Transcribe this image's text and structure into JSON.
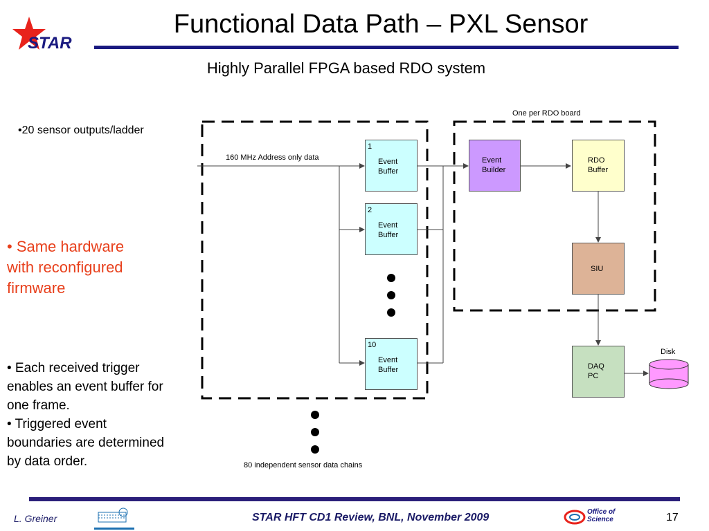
{
  "header": {
    "title": "Functional Data Path – PXL Sensor",
    "subtitle": "Highly Parallel FPGA based RDO system",
    "logo_text": "STAR"
  },
  "left_text": {
    "sensor_outputs": "•20 sensor outputs/ladder",
    "same_hw_line1": "• Same hardware",
    "same_hw_line2": "with reconfigured",
    "same_hw_line3": "firmware",
    "trigger_line1": "• Each received trigger",
    "trigger_line2": "enables an event buffer for",
    "trigger_line3": "one frame.",
    "boundary_line1": "• Triggered event",
    "boundary_line2": "boundaries are determined",
    "boundary_line3": "by data order."
  },
  "diagram": {
    "input_label": "160 MHz Address only data",
    "rdo_board_label": "One per RDO board",
    "chains_label": "80 independent sensor data chains",
    "buffers": [
      {
        "num": "1",
        "line1": "Event",
        "line2": "Buffer"
      },
      {
        "num": "2",
        "line1": "Event",
        "line2": "Buffer"
      },
      {
        "num": "10",
        "line1": "Event",
        "line2": "Buffer"
      }
    ],
    "event_builder": {
      "line1": "Event",
      "line2": "Builder"
    },
    "rdo_buffer": {
      "line1": "RDO",
      "line2": "Buffer"
    },
    "siu": "SIU",
    "daq_pc": {
      "line1": "DAQ",
      "line2": "PC"
    },
    "disk": "Disk",
    "colors": {
      "buffer": "#ccffff",
      "event_builder": "#cc99ff",
      "rdo_buffer": "#ffffcc",
      "siu": "#ddb397",
      "daq_pc": "#c6e0c0",
      "disk": "#ff99ff",
      "accent": "#1a1a80",
      "star_red": "#e8231c"
    }
  },
  "footer": {
    "author": "L. Greiner",
    "event": "STAR HFT CD1 Review, BNL, November 2009",
    "page": "17",
    "office_line1": "Office of",
    "office_line2": "Science"
  }
}
